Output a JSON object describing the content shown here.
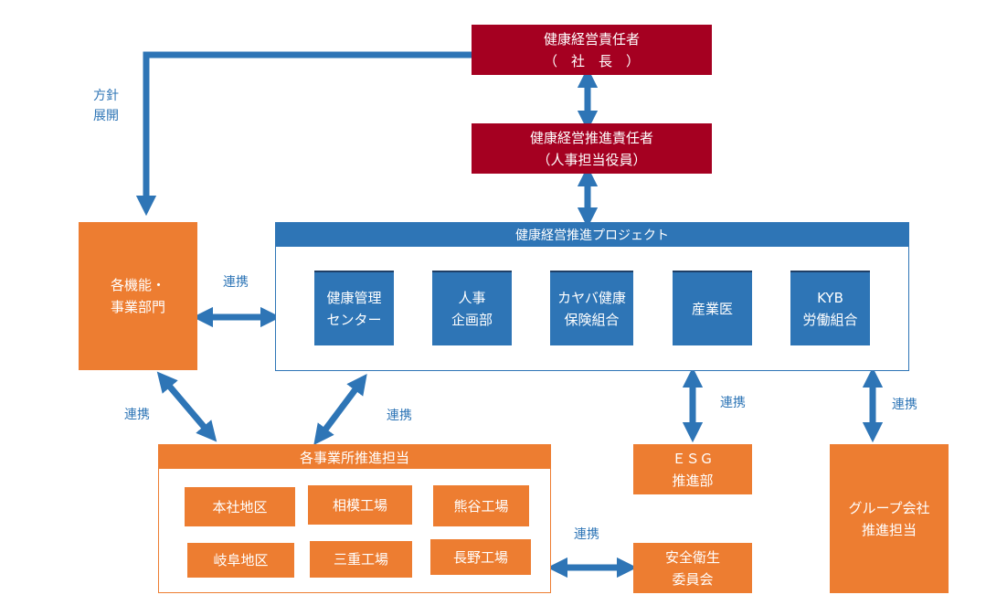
{
  "ceo": {
    "line1": "健康経営責任者",
    "line2": "（　社　長　）"
  },
  "promoter": {
    "line1": "健康経営推進責任者",
    "line2": "（人事担当役員）"
  },
  "divisions": {
    "line1": "各機能・",
    "line2": "事業部門"
  },
  "project": {
    "title": "健康経営推進プロジェクト",
    "members": [
      {
        "line1": "健康管理",
        "line2": "センター"
      },
      {
        "line1": "人事",
        "line2": "企画部"
      },
      {
        "line1": "カヤバ健康",
        "line2": "保険組合"
      },
      {
        "line1": "産業医",
        "line2": ""
      },
      {
        "line1": "KYB",
        "line2": "労働組合"
      }
    ]
  },
  "sites": {
    "title": "各事業所推進担当",
    "items": [
      "本社地区",
      "相模工場",
      "熊谷工場",
      "岐阜地区",
      "三重工場",
      "長野工場"
    ]
  },
  "esg": {
    "line1": "ＥＳＧ",
    "line2": "推進部"
  },
  "safety": {
    "line1": "安全衛生",
    "line2": "委員会"
  },
  "group": {
    "line1": "グループ会社",
    "line2": "推進担当"
  },
  "labels": {
    "policy_line1": "方針",
    "policy_line2": "展開",
    "link_divisions_project": "連携",
    "link_divisions_sites": "連携",
    "link_project_sites": "連携",
    "link_esg": "連携",
    "link_group": "連携",
    "link_safety": "連携"
  },
  "colors": {
    "executive": "#a50021",
    "unit": "#ed7d31",
    "project": "#2e75b6",
    "arrow": "#2e75b6"
  }
}
